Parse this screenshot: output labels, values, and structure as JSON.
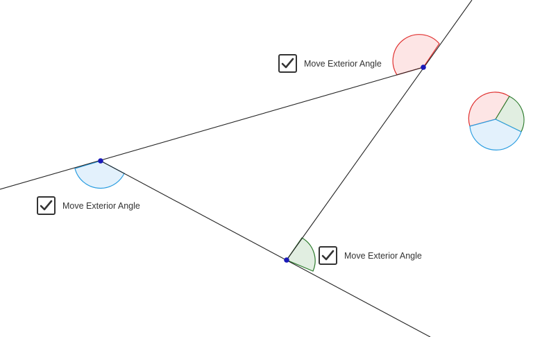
{
  "checkboxes": {
    "top": {
      "label": "Move Exterior Angle",
      "checked": true
    },
    "left": {
      "label": "Move Exterior Angle",
      "checked": true
    },
    "bottom": {
      "label": "Move Exterior Angle",
      "checked": true
    }
  },
  "colors": {
    "red_angle": "#e0302f",
    "red_fill": "#fde5e5",
    "blue_angle": "#2a9de0",
    "blue_fill": "#e3f1fc",
    "green_angle": "#2b7a2b",
    "green_fill": "#e1eee1",
    "vertex_point": "#1a1ab8",
    "line": "#222222"
  }
}
